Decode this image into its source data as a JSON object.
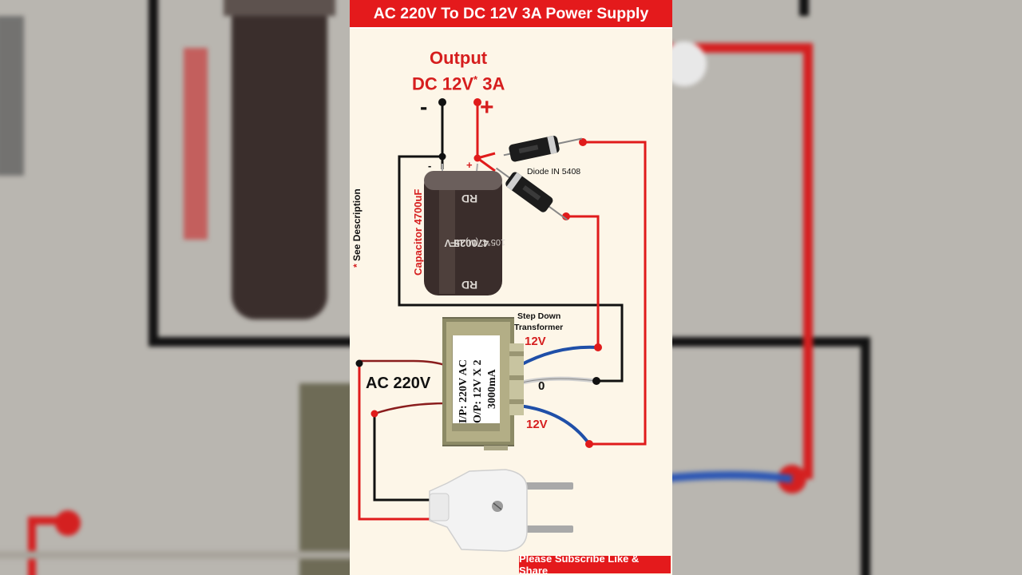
{
  "title": "AC 220V To DC 12V 3A Power Supply",
  "output": {
    "line1": "Output",
    "line2": "DC 12V",
    "asterisk": "*",
    "current": " 3A",
    "minus": "-",
    "plus": "+"
  },
  "capacitor": {
    "label": "Capacitor 4700uF",
    "minus": "-",
    "plus": "+"
  },
  "side_note": {
    "asterisk": "*",
    "text": " See Description"
  },
  "diode_label": "Diode IN 5408",
  "transformer": {
    "title_line1": "Step Down",
    "title_line2": "Transformer",
    "spec_line1": "I/P: 220V AC",
    "spec_line2": "O/P: 12V X 2",
    "spec_line3": "3000mA",
    "tap_top": "12V",
    "tap_center": "0",
    "tap_bottom": "12V"
  },
  "ac_input": "AC 220V",
  "footer": "Please Subscribe Like & Share",
  "colors": {
    "red_wire": "#e01b1b",
    "black_wire": "#111111",
    "blue_wire": "#1f4fa8",
    "banner": "#e41a1c",
    "background": "#fdf6e8"
  }
}
